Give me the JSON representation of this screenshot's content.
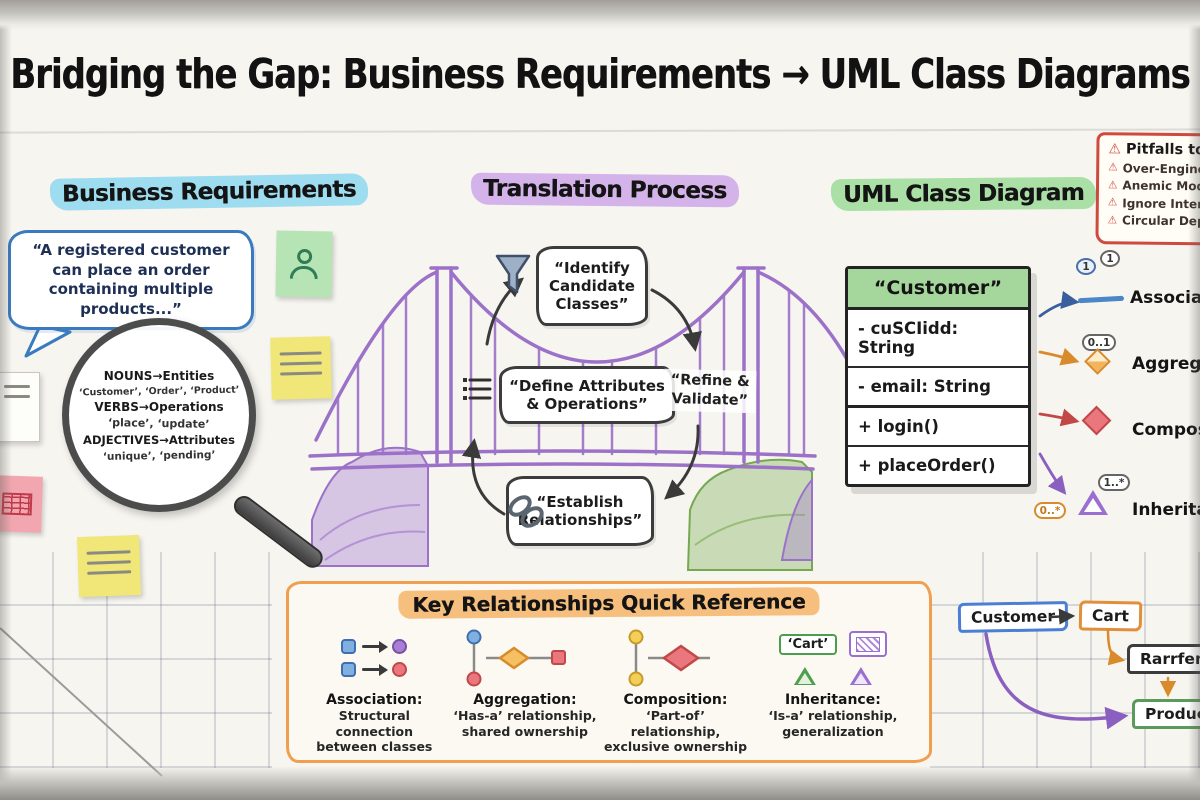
{
  "title": "Bridging the Gap: Business Requirements → UML Class Diagrams",
  "sections": {
    "business": {
      "heading": "Business Requirements"
    },
    "translation": {
      "heading": "Translation Process"
    },
    "uml": {
      "heading": "UML Class Diagram"
    }
  },
  "business": {
    "speech_bubble": "“A registered customer can place an order containing multiple products...”",
    "magnifier": {
      "lines": [
        "NOUNS→Entities",
        "‘Customer’, ‘Order’, ‘Product’",
        "VERBS→Operations",
        "‘place’, ‘update’",
        "ADJECTIVES→Attributes",
        "‘unique’, ‘pending’"
      ]
    }
  },
  "translation": {
    "step_identify": "“Identify Candidate Classes”",
    "step_define": "“Define Attributes & Operations”",
    "step_refine": "“Refine & Validate”",
    "step_establish": "“Establish Relationships”"
  },
  "uml_class": {
    "name": "“Customer”",
    "attributes": [
      "- cuSCIidd: String",
      "- email: String"
    ],
    "methods": [
      "+ login()",
      "+ placeOrder()"
    ]
  },
  "legend": {
    "association": {
      "label": "Association",
      "badges": [
        "1",
        "1"
      ]
    },
    "aggregation": {
      "label": "Aggregation",
      "badge": "0..1"
    },
    "composition": {
      "label": "Composition"
    },
    "inheritance": {
      "label": "Inheritance",
      "badge_top": "1..*",
      "badge_left": "0..*"
    }
  },
  "pitfalls": {
    "icon": "⚠",
    "title": "Pitfalls to Avoid",
    "items": [
      "Over-Engineering",
      "Anemic Models",
      "Ignore Interfaces",
      "Circular Dependencies"
    ]
  },
  "quick_reference": {
    "title": "Key Relationships Quick Reference",
    "items": [
      {
        "name": "Association:",
        "line1": "Structural connection",
        "line2": "between classes"
      },
      {
        "name": "Aggregation:",
        "line1": "‘Has-a’ relationship,",
        "line2": "shared ownership"
      },
      {
        "name": "Composition:",
        "line1": "‘Part-of’ relationship,",
        "line2": "exclusive ownership"
      },
      {
        "name": "Inheritance:",
        "line1": "‘Is-a’ relationship,",
        "line2": "generalization",
        "chip": "‘Cart’"
      }
    ]
  },
  "mini_diagram": {
    "boxes": [
      "Customer",
      "Cart",
      "Rarrfem",
      "Product"
    ]
  }
}
